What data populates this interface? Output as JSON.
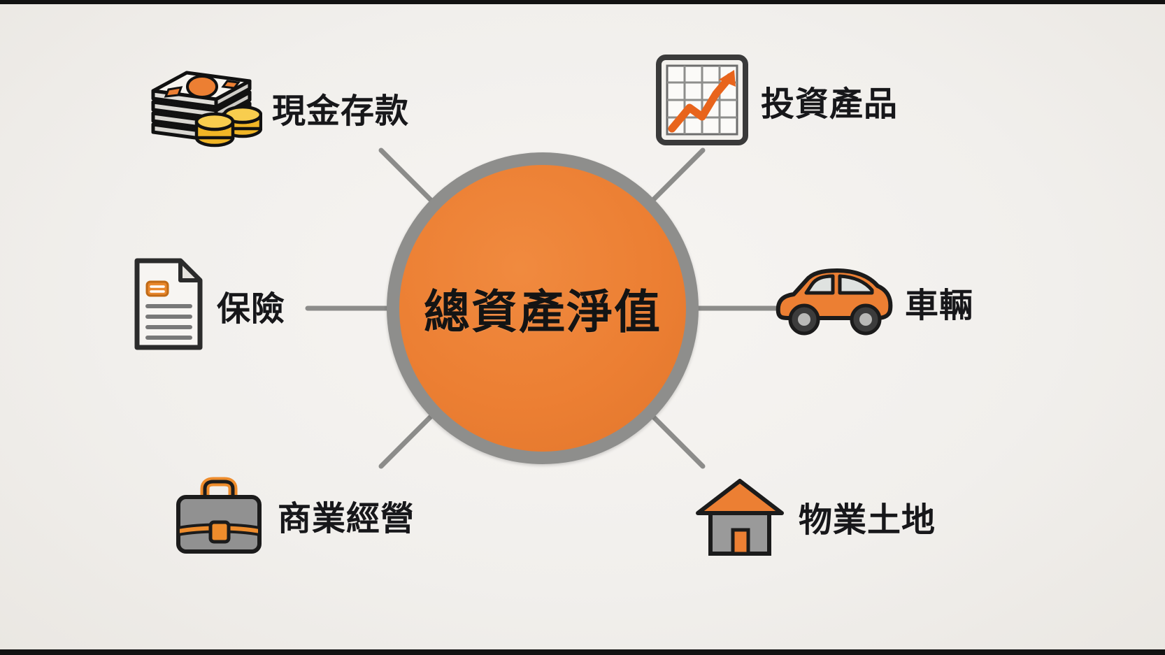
{
  "diagram": {
    "title": "總資產淨值",
    "type": "hub-and-spoke",
    "center": {
      "label": "總資產淨值",
      "fill_color": "#ec7f33",
      "ring_color": "#8e8e8c"
    },
    "background_color": "#f3f1ee",
    "accent_color": "#ec7f33",
    "spoke_color": "#8c8c8a",
    "nodes": [
      {
        "id": "cash",
        "label": "現金存款",
        "icon": "banknotes-coins-icon",
        "position": "top-left"
      },
      {
        "id": "investment",
        "label": "投資產品",
        "icon": "growth-chart-icon",
        "position": "top-right"
      },
      {
        "id": "insurance",
        "label": "保險",
        "icon": "document-icon",
        "position": "left"
      },
      {
        "id": "vehicle",
        "label": "車輛",
        "icon": "car-icon",
        "position": "right"
      },
      {
        "id": "business",
        "label": "商業經營",
        "icon": "briefcase-icon",
        "position": "bottom-left"
      },
      {
        "id": "property",
        "label": "物業土地",
        "icon": "house-icon",
        "position": "bottom-right"
      }
    ]
  }
}
